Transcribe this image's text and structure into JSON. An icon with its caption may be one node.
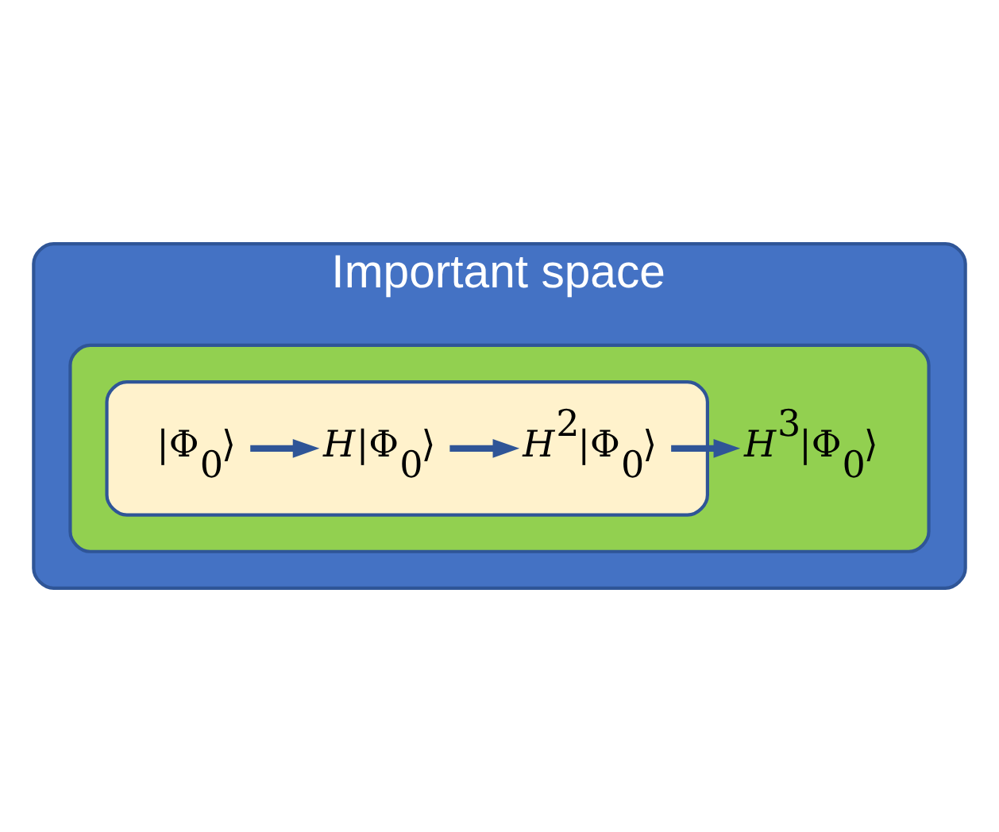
{
  "diagram": {
    "nodes": [
      {
        "text": [
          "Important space"
        ]
      },
      {
        "text": [],
        "shape": "blob",
        "in": 0
      },
      {
        "text": [],
        "shape": "blob",
        "in": 1
      },
      {
        "text": [
          "|Φ$_{0}$⟩"
        ],
        "in": 2
      },
      {
        "text": [
          "*H*|Φ$_{0}$⟩"
        ],
        "in": 2
      },
      {
        "text": [
          "*H*$^{2}$|Φ$_{0}$⟩"
        ],
        "in": 2
      },
      {
        "text": [
          "*H*$^{3}$|Φ$_{0}$⟩"
        ],
        "in": 1
      }
    ],
    "edges": [
      {
        "from": 3,
        "to": 4,
        "arrow": "to"
      },
      {
        "from": 4,
        "to": 5,
        "arrow": "to"
      },
      {
        "from": 5,
        "to": 6,
        "arrow": "to"
      }
    ]
  }
}
